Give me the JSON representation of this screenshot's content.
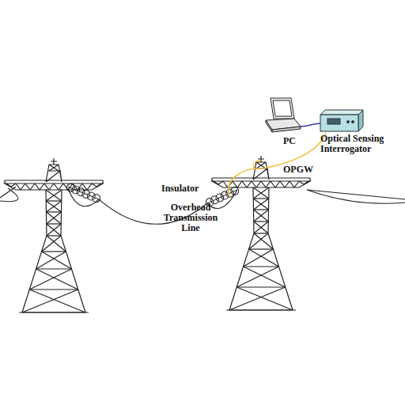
{
  "diagram": {
    "labels": [
      "PC",
      "Optical Sensing Interrogator",
      "OPGW",
      "Insulator",
      "Overhead Transmission Line"
    ]
  }
}
